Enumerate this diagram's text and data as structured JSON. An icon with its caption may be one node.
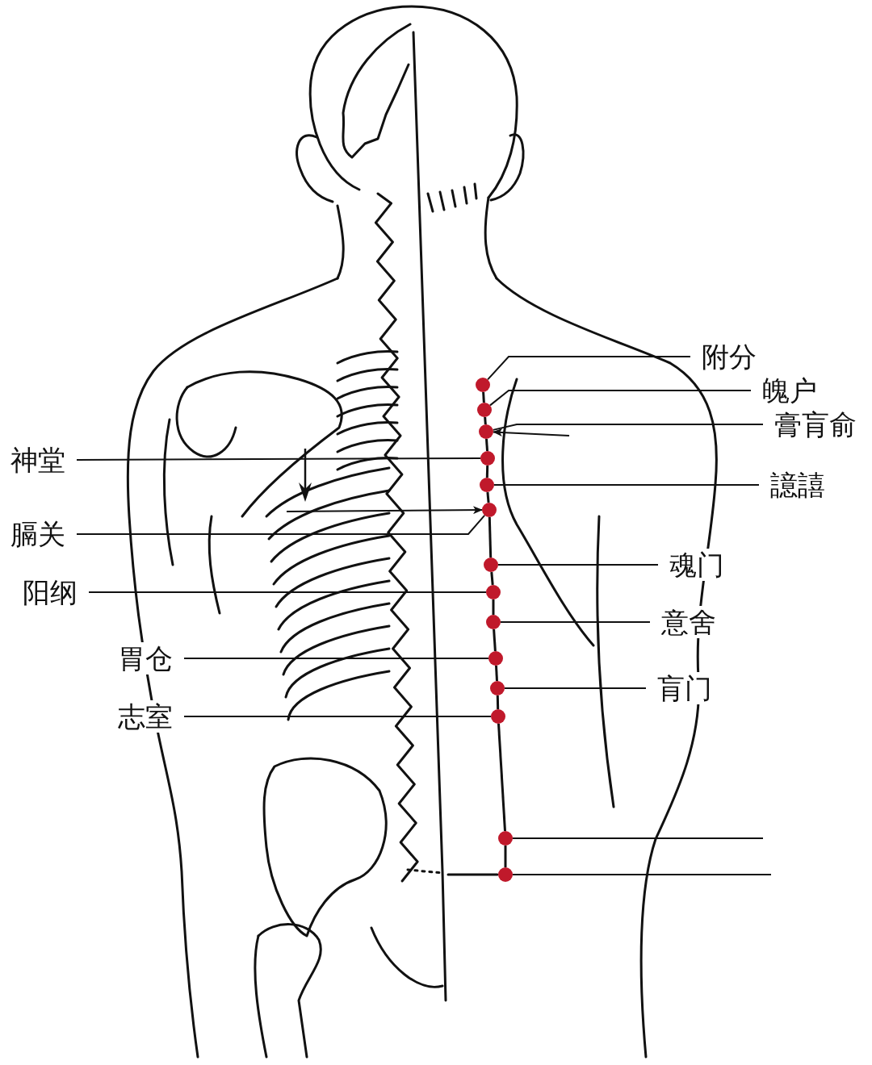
{
  "diagram": {
    "nodes": [
      {
        "text": [
          "附分"
        ]
      },
      {
        "text": [
          "魄户"
        ]
      },
      {
        "text": [
          "膏肓俞"
        ]
      },
      {
        "text": [
          "神堂"
        ]
      },
      {
        "text": [
          "譩譆"
        ]
      },
      {
        "text": [
          "膈关"
        ]
      },
      {
        "text": [
          "魂门"
        ]
      },
      {
        "text": [
          "阳纲"
        ]
      },
      {
        "text": [
          "意舍"
        ]
      },
      {
        "text": [
          "胃仓"
        ]
      },
      {
        "text": [
          "肓门"
        ]
      },
      {
        "text": [
          "志室"
        ]
      },
      {
        "text": [],
        "shape": "circle"
      },
      {
        "text": [],
        "shape": "circle"
      },
      {
        "text": [],
        "shape": "circle"
      },
      {
        "text": [],
        "shape": "circle"
      },
      {
        "text": [],
        "shape": "circle"
      },
      {
        "text": [],
        "shape": "circle"
      },
      {
        "text": [],
        "shape": "circle"
      },
      {
        "text": [],
        "shape": "circle"
      },
      {
        "text": [],
        "shape": "circle"
      },
      {
        "text": [],
        "shape": "circle"
      },
      {
        "text": [],
        "shape": "circle"
      },
      {
        "text": [],
        "shape": "circle"
      },
      {
        "text": [],
        "shape": "circle"
      },
      {
        "text": [],
        "shape": "circle"
      }
    ],
    "edges": [
      {
        "from": 0,
        "to": 12,
        "arrow": "none"
      },
      {
        "from": 1,
        "to": 13,
        "arrow": "none"
      },
      {
        "from": 2,
        "to": 14,
        "arrow": "none"
      },
      {
        "from": 3,
        "to": 15,
        "arrow": "none"
      },
      {
        "from": 4,
        "to": 16,
        "arrow": "none"
      },
      {
        "from": 5,
        "to": 17,
        "arrow": "none"
      },
      {
        "from": 6,
        "to": 18,
        "arrow": "none"
      },
      {
        "from": 7,
        "to": 19,
        "arrow": "none"
      },
      {
        "from": 8,
        "to": 20,
        "arrow": "none"
      },
      {
        "from": 9,
        "to": 21,
        "arrow": "none"
      },
      {
        "from": 10,
        "to": 22,
        "arrow": "none"
      },
      {
        "from": 11,
        "to": 23,
        "arrow": "none"
      },
      {
        "from": 24,
        "to": null,
        "arrow": "none"
      },
      {
        "from": 25,
        "to": null,
        "arrow": "none"
      },
      {
        "from": null,
        "to": 14,
        "arrow": "to"
      },
      {
        "from": null,
        "to": 17,
        "arrow": "to"
      },
      {
        "from": 12,
        "to": 13,
        "arrow": "none"
      },
      {
        "from": 13,
        "to": 14,
        "arrow": "none"
      },
      {
        "from": 14,
        "to": 15,
        "arrow": "none"
      },
      {
        "from": 15,
        "to": 16,
        "arrow": "none"
      },
      {
        "from": 16,
        "to": 17,
        "arrow": "none"
      },
      {
        "from": 17,
        "to": 18,
        "arrow": "none"
      },
      {
        "from": 18,
        "to": 19,
        "arrow": "none"
      },
      {
        "from": 19,
        "to": 20,
        "arrow": "none"
      },
      {
        "from": 20,
        "to": 21,
        "arrow": "none"
      },
      {
        "from": 21,
        "to": 22,
        "arrow": "none"
      },
      {
        "from": 22,
        "to": 23,
        "arrow": "none"
      },
      {
        "from": 23,
        "to": 24,
        "arrow": "none"
      },
      {
        "from": 24,
        "to": 25,
        "arrow": "none"
      }
    ]
  }
}
